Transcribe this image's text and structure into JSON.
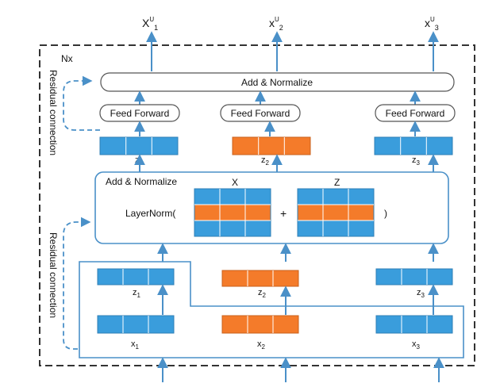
{
  "outputs": [
    "X",
    "x",
    "x"
  ],
  "output_sup": "U",
  "output_subs": [
    "1",
    "2",
    "3"
  ],
  "nx_label": "Nx",
  "residual_label": "Residual connection",
  "top": {
    "add_normalize": "Add & Normalize",
    "feed_forward": "Feed Forward",
    "z_labels": [
      "z",
      "z",
      "z"
    ],
    "z_subs": [
      "1",
      "2",
      "3"
    ]
  },
  "mid": {
    "add_normalize": "Add & Normalize",
    "layernorm_open": "LayerNorm(",
    "plus": "+",
    "close": ")",
    "x_label": "X",
    "z_label": "Z"
  },
  "bottom": {
    "z_labels": [
      "z",
      "z",
      "z"
    ],
    "z_subs": [
      "1",
      "2",
      "3"
    ],
    "x_labels": [
      "x",
      "x",
      "x"
    ],
    "x_subs": [
      "1",
      "2",
      "3"
    ]
  },
  "colors": {
    "blue": "#3a9ddc",
    "orange": "#f47b2a",
    "line": "#4a90c8",
    "frame": "#333333"
  }
}
